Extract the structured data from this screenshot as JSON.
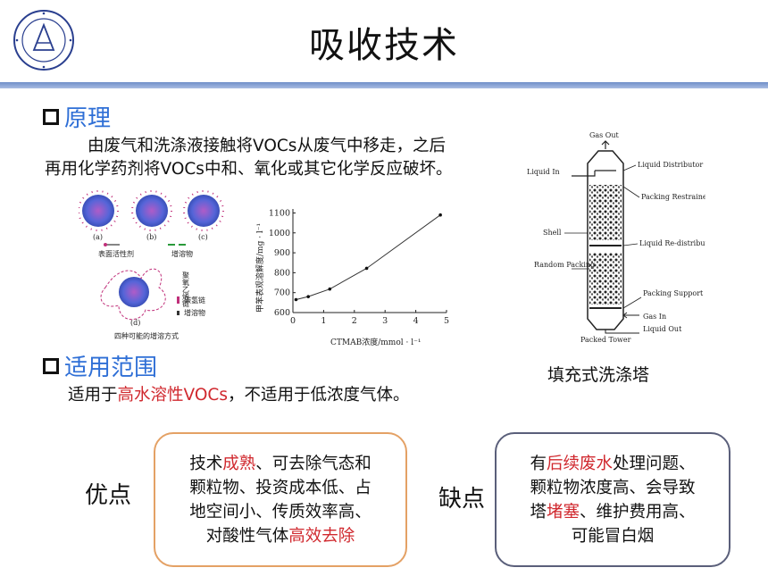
{
  "title": "吸收技术",
  "principle": {
    "heading": "原理",
    "line1": "由废气和洗涤液接触将VOCs从废气中移走，之后",
    "line2": "再用化学药剂将VOCs中和、氧化或其它化学反应破坏。"
  },
  "micelle_fig": {
    "a": "(a)",
    "b": "(b)",
    "c": "(c)",
    "d": "(d)",
    "surfactant": "表面活性剂",
    "solubilizate": "增溶物",
    "chain_label": "聚氧乙烯链",
    "hydrocarbon": "碳氢链",
    "solubilizate2": "增溶物",
    "caption": "四种可能的增溶方式"
  },
  "chart_data": {
    "type": "line",
    "xlabel": "CTMAB浓度/mmol · l⁻¹",
    "ylabel": "甲苯表观溶解度/mg · l⁻¹",
    "x_ticks": [
      0,
      1,
      2,
      3,
      4,
      5
    ],
    "y_ticks": [
      600,
      700,
      800,
      900,
      1000,
      1100
    ],
    "xlim": [
      0,
      5
    ],
    "ylim": [
      600,
      1120
    ],
    "x": [
      0.1,
      0.5,
      1.2,
      2.4,
      4.8
    ],
    "y": [
      665,
      680,
      718,
      822,
      1090
    ],
    "grid": false
  },
  "tower": {
    "gas_out": "Gas Out",
    "liquid_in": "Liquid In",
    "liquid_distributor": "Liquid Distributor",
    "packing_restrainer": "Packing Restrainer",
    "shell": "Shell",
    "liquid_redistributor": "Liquid Re-distributor",
    "random_packing": "Random Packing",
    "packing_support": "Packing Support",
    "gas_in": "Gas In",
    "liquid_out": "Liquid Out",
    "packed_tower": "Packed Tower",
    "caption": "填充式洗涤塔"
  },
  "scope": {
    "heading": "适用范围",
    "prefix": "适用于",
    "highlight": "高水溶性VOCs",
    "suffix": "，不适用于低浓度气体。"
  },
  "pros": {
    "label": "优点",
    "p1": "技术",
    "p2": "成熟",
    "p3": "、可去除气态和",
    "p4": "颗粒物、投资成本低、占",
    "p5": "地空间小、传质效率高、",
    "p6": "对酸性气体",
    "p7": "高效去除"
  },
  "cons": {
    "label": "缺点",
    "c1": "有",
    "c2": "后续废水",
    "c3": "处理问题、",
    "c4": "颗粒物浓度高、会导致",
    "c5": "塔",
    "c6": "堵塞",
    "c7": "、维护费用高、",
    "c8": "可能冒白烟"
  },
  "colors": {
    "accent_blue": "#2f6fd6",
    "highlight_red": "#d0282e",
    "pros_border": "#e4a165",
    "cons_border": "#5a5f7a",
    "top_bar": "#8fa8d8"
  }
}
